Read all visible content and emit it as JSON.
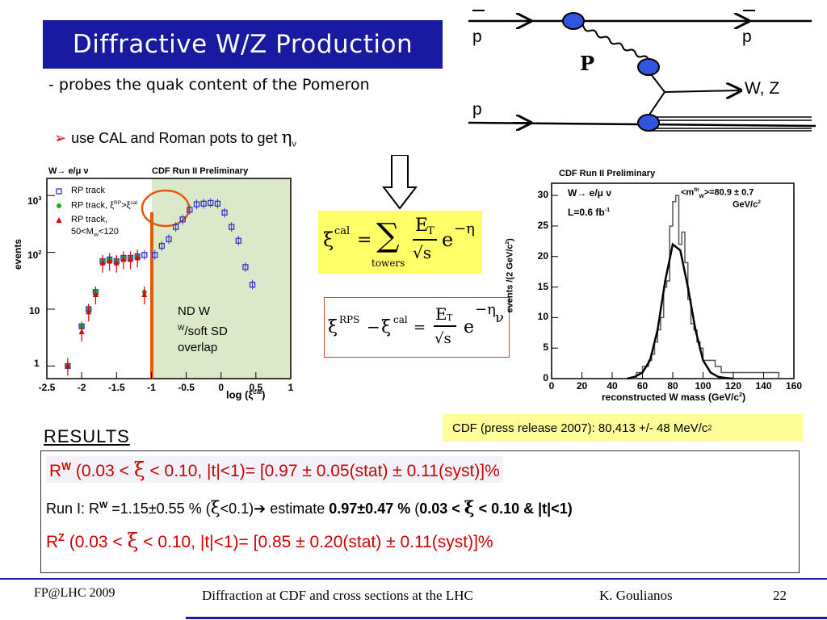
{
  "slide": {
    "title": "Diffractive W/Z Production",
    "subtitle": "- probes the quak content of the Pomeron",
    "bullet": {
      "text": "use CAL and Roman pots to get ",
      "eta": "η",
      "sub": "ν"
    }
  },
  "diagram": {
    "pbar_in": "p",
    "pbar_out": "p",
    "pomeron": "P",
    "p_in": "p",
    "wz": "W, Z"
  },
  "formula1": {
    "xi": "ξ",
    "sup": "cal",
    "eq": "=",
    "sum": "∑",
    "under": "towers",
    "num": "E",
    "num_sub": "T",
    "den": "√s",
    "exp": "e",
    "exp_sup": "−η"
  },
  "formula2": {
    "xi1": "ξ",
    "sup1": "RPS",
    "minus": "−",
    "xi2": "ξ",
    "sup2": "cal",
    "eq": "=",
    "num": "E",
    "num_sub": "T",
    "den": "√s",
    "exp": "e",
    "exp_sup": "−η",
    "exp_sub": "ν"
  },
  "plot_left": {
    "header_left": "W→ e/μ ν",
    "header_right": "CDF Run II Preliminary",
    "ylabel": "events",
    "xlabel": "log  (ξ",
    "xlabel_sup": "cal",
    "xlabel_end": ")",
    "legend": [
      "RP track",
      "RP track, ξ",
      "RP track,",
      "50<M",
      "<120"
    ],
    "legend_xi_sup1": "RP",
    "legend_gt": ">ξ",
    "legend_xi_sup2": "cal",
    "legend_mw_sub": "W",
    "annotation": [
      "ND W",
      "/soft SD",
      "overlap"
    ],
    "annotation_w_sup": "W",
    "yticks": [
      "10",
      "10",
      "10",
      "1"
    ],
    "ytick_sups": [
      "3",
      "2",
      "",
      ""
    ],
    "xticks": [
      "-2.5",
      "-2",
      "-1.5",
      "-1",
      "-0.5",
      "0",
      "0.5",
      "1"
    ]
  },
  "plot_right": {
    "header": "CDF Run II Preliminary",
    "channel": "W→ e/μ ν",
    "lumi": "L=0.6 fb",
    "lumi_sup": "-1",
    "fit": "<m",
    "fit_sup": "fit",
    "fit_sub": "W",
    "fit_val": ">=80.9 ± 0.7",
    "fit_unit": "GeV/c",
    "fit_unit_sup": "2",
    "ylabel": "events /(2 GeV/c",
    "ylabel_sup": "2",
    "ylabel_end": ")",
    "xlabel": "reconstructed W mass (GeV/c",
    "xlabel_sup": "2",
    "xlabel_end": ")",
    "yticks": [
      "0",
      "5",
      "10",
      "15",
      "20",
      "25",
      "30"
    ],
    "xticks": [
      "0",
      "20",
      "40",
      "60",
      "80",
      "100",
      "120",
      "140",
      "160"
    ]
  },
  "chart_data": [
    {
      "type": "scatter",
      "title": "",
      "xlabel": "log (ξcal)",
      "ylabel": "events",
      "xlim": [
        -2.5,
        1.0
      ],
      "ylim": [
        0.6,
        2000
      ],
      "yscale": "log",
      "series": [
        {
          "name": "RP track",
          "x": [
            -2.2,
            -2.0,
            -1.9,
            -1.8,
            -1.7,
            -1.6,
            -1.5,
            -1.4,
            -1.3,
            -1.2,
            -1.1,
            -0.95,
            -0.85,
            -0.75,
            -0.65,
            -0.55,
            -0.45,
            -0.35,
            -0.25,
            -0.15,
            -0.05,
            0.05,
            0.15,
            0.25,
            0.35,
            0.45
          ],
          "y": [
            1,
            5,
            10,
            20,
            70,
            75,
            70,
            80,
            80,
            85,
            90,
            90,
            130,
            170,
            280,
            380,
            560,
            700,
            720,
            740,
            720,
            500,
            280,
            160,
            55,
            27
          ]
        },
        {
          "name": "RP track, ξRP>ξcal",
          "x": [
            -2.2,
            -2.0,
            -1.9,
            -1.8,
            -1.7,
            -1.6,
            -1.5,
            -1.4,
            -1.3,
            -1.2,
            -1.1
          ],
          "y": [
            1,
            5,
            10,
            20,
            70,
            75,
            70,
            80,
            80,
            85,
            20
          ]
        },
        {
          "name": "RP track, 50<MW<120",
          "x": [
            -2.2,
            -2.0,
            -1.9,
            -1.8,
            -1.7,
            -1.6,
            -1.5,
            -1.4,
            -1.3,
            -1.2,
            -1.1
          ],
          "y": [
            1,
            4,
            9,
            18,
            65,
            70,
            65,
            75,
            75,
            80,
            18
          ]
        }
      ]
    },
    {
      "type": "line",
      "title": "",
      "xlabel": "reconstructed W mass (GeV/c2)",
      "ylabel": "events /(2 GeV/c2)",
      "xlim": [
        0,
        160
      ],
      "ylim": [
        0,
        32
      ],
      "series": [
        {
          "name": "",
          "x": [
            50,
            56,
            60,
            64,
            66,
            68,
            70,
            72,
            74,
            76,
            78,
            80,
            82,
            84,
            86,
            88,
            90,
            92,
            94,
            96,
            98,
            100,
            104,
            108,
            112,
            120,
            130,
            150
          ],
          "y": [
            0,
            1,
            2,
            3,
            4,
            6,
            8,
            10,
            15,
            16,
            25,
            29,
            30,
            22,
            24,
            19,
            13,
            9,
            8,
            6,
            5,
            3,
            3,
            2,
            1,
            1,
            1,
            0
          ]
        },
        {
          "name": "",
          "x": [
            50,
            55,
            60,
            65,
            70,
            75,
            80,
            85,
            90,
            95,
            100,
            105,
            110,
            115,
            120
          ],
          "y": [
            0,
            0.3,
            1,
            3,
            8,
            16,
            22,
            21,
            15,
            8,
            3,
            1,
            0.3,
            0.1,
            0
          ]
        }
      ]
    }
  ],
  "results": {
    "heading": "RESULTS",
    "cdf_note": "CDF (press release 2007): 80,413 +/- 48 MeV/c",
    "cdf_sup": "2",
    "rw_R": "R",
    "rw_sup": "W",
    "rw_a": " (0.03 < ",
    "rw_xi": "ξ",
    "rw_b": " < 0.10, |t|<1)= [0.97 ± 0.05(stat) ± 0.11(syst)]%",
    "run1_a": "Run I: R",
    "run1_sup": "W",
    "run1_b": " =1.15±0.55 % (",
    "run1_xi": "ξ",
    "run1_c": "<0.1)",
    "run1_arrow": "➔",
    "run1_d": "  estimate ",
    "run1_bold1": "0.97±0.47 %",
    "run1_e": " (",
    "run1_bold2": "0.03 < ",
    "run1_xi2": "ξ",
    "run1_bold3": " < 0.10 & |t|<1)",
    "rz_R": "R",
    "rz_sup": "Z",
    "rz_a": " (0.03 < ",
    "rz_xi": "ξ",
    "rz_b": " < 0.10, |t|<1)= [0.85 ± 0.20(stat) ± 0.11(syst)]%"
  },
  "footer": {
    "left": "FP@LHC 2009",
    "center": "Diffraction at CDF and cross sections at the LHC",
    "author": "K. Goulianos",
    "page": "22"
  }
}
